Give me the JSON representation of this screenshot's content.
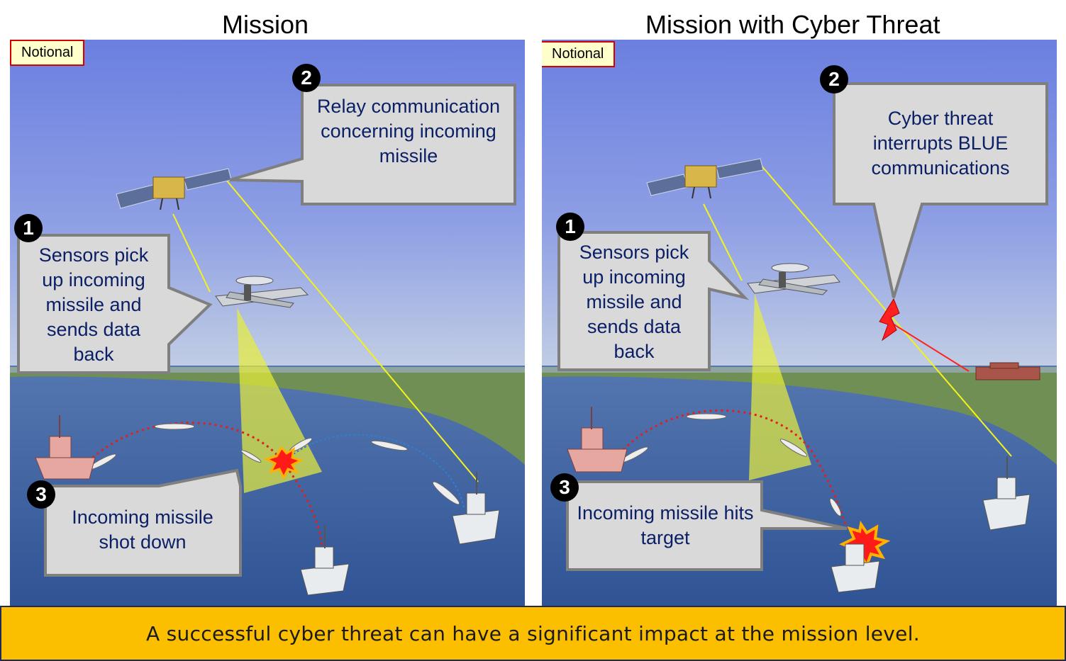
{
  "panels": {
    "left": {
      "title": "Mission",
      "notional": "Notional",
      "callouts": {
        "c1": {
          "number": "1",
          "text": "Sensors pick up incoming missile and sends data back"
        },
        "c2": {
          "number": "2",
          "text": "Relay communication concerning incoming missile"
        },
        "c3": {
          "number": "3",
          "text": "Incoming missile shot down"
        }
      }
    },
    "right": {
      "title": "Mission with Cyber Threat",
      "notional": "Notional",
      "callouts": {
        "c1": {
          "number": "1",
          "text": "Sensors pick up incoming missile and sends data back"
        },
        "c2": {
          "number": "2",
          "text": "Cyber threat interrupts BLUE communications"
        },
        "c3": {
          "number": "3",
          "text": "Incoming missile hits target"
        }
      }
    }
  },
  "banner": {
    "text": "A successful cyber threat can have a significant impact at the mission level."
  },
  "colors": {
    "sky_top": "#6b7fe0",
    "sky_bottom": "#b9c9e6",
    "sea": "#3f66a8",
    "land": "#6f8f55",
    "callout_fill": "#d9d9d9",
    "callout_border": "#7f7f7f",
    "callout_text": "#0b1f66",
    "banner_fill": "#fbbf00",
    "sensor_cone": "#e8ee3a",
    "link_line": "#f4f21c",
    "missile_path": "#e02020",
    "intercept_path": "#2f7fd0",
    "cyber_attack": "#ff2020"
  },
  "icons": [
    "satellite-icon",
    "awacs-aircraft-icon",
    "destroyer-ship-icon",
    "missile-icon",
    "explosion-icon",
    "lightning-bolt-icon",
    "building-icon"
  ]
}
